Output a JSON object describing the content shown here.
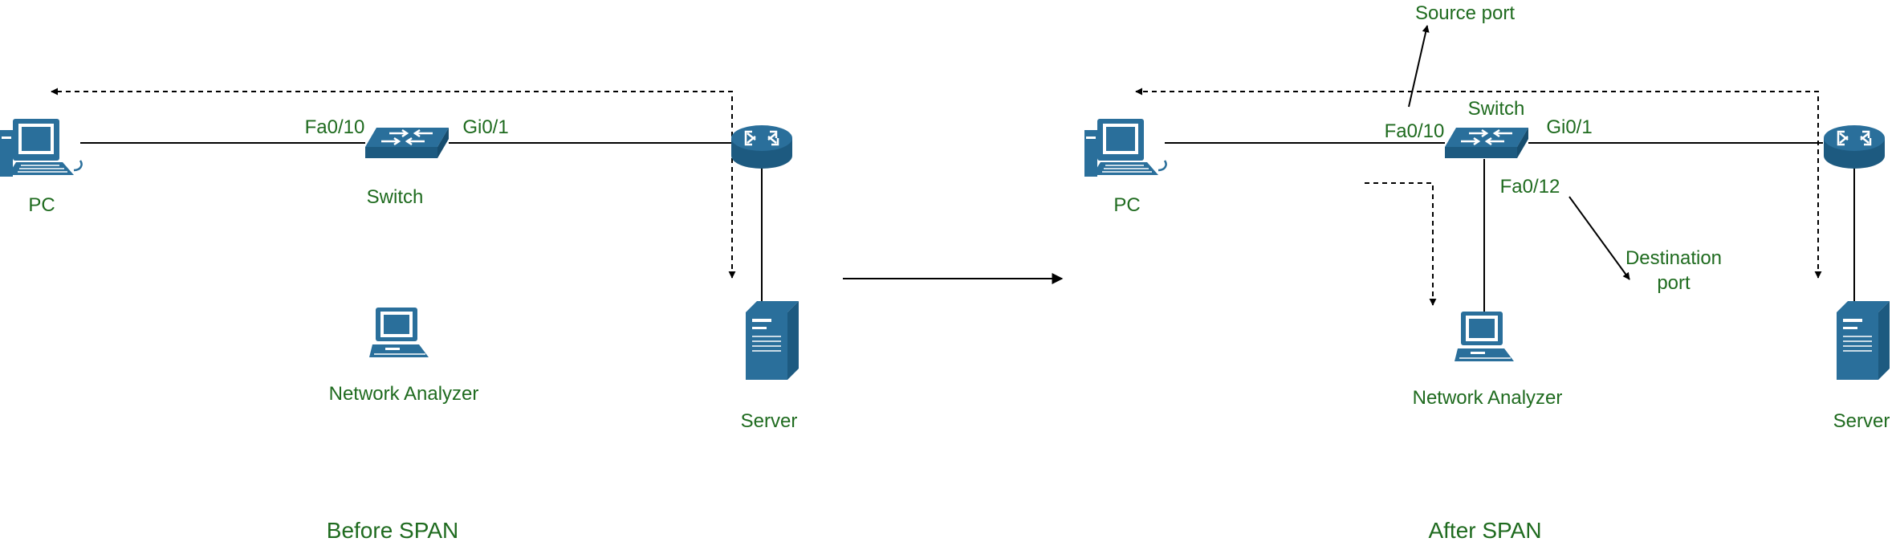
{
  "diagram": {
    "before": {
      "caption": "Before SPAN",
      "pc_label": "PC",
      "switch_label": "Switch",
      "port_fa": "Fa0/10",
      "port_gi": "Gi0/1",
      "analyzer_label": "Network Analyzer",
      "server_label": "Server"
    },
    "after": {
      "caption": "After SPAN",
      "pc_label": "PC",
      "switch_label": "Switch",
      "port_fa": "Fa0/10",
      "port_gi": "Gi0/1",
      "port_dest": "Fa0/12",
      "source_port_note": "Source port",
      "destination_port_note_line1": "Destination",
      "destination_port_note_line2": "port",
      "analyzer_label": "Network Analyzer",
      "server_label": "Server"
    }
  },
  "colors": {
    "label_green": "#1f6b1f",
    "device_blue": "#2a6f9b",
    "device_dark": "#1d5a80",
    "line": "#000000"
  },
  "icons": [
    "pc-icon",
    "switch-icon",
    "router-icon",
    "server-icon",
    "network-analyzer-icon"
  ]
}
